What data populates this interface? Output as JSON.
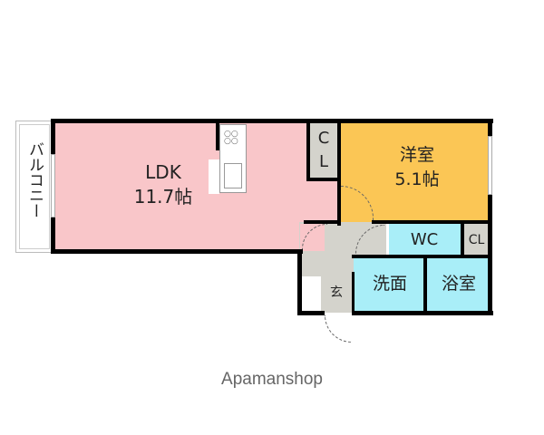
{
  "floorplan": {
    "balcony": {
      "label": "バルコニー"
    },
    "rooms": [
      {
        "id": "ldk",
        "name": "LDK",
        "size": "11.7帖"
      },
      {
        "id": "western",
        "name": "洋室",
        "size": "5.1帖"
      },
      {
        "id": "closet_main",
        "name": "C\nL"
      },
      {
        "id": "wc",
        "name": "WC"
      },
      {
        "id": "closet_small",
        "name": "CL"
      },
      {
        "id": "washroom",
        "name": "洗面"
      },
      {
        "id": "bath",
        "name": "浴室"
      },
      {
        "id": "entrance",
        "name": "玄"
      }
    ],
    "colors": {
      "ldk": "#f9c6c9",
      "western": "#fbc655",
      "wet": "#a9eef8",
      "storage": "#d4d3cc"
    }
  },
  "watermark": "Apamanshop"
}
